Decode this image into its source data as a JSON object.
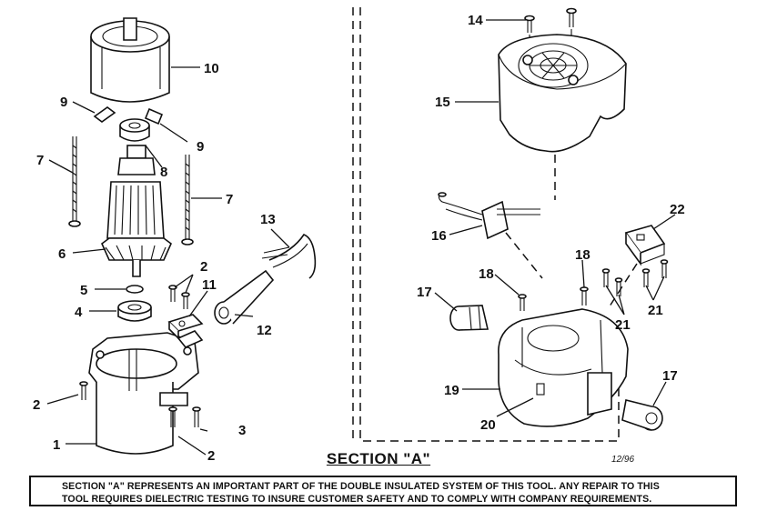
{
  "section_title": "SECTION \"A\"",
  "date_stamp": "12/96",
  "notice": {
    "line1": "SECTION \"A\" REPRESENTS AN IMPORTANT PART OF THE DOUBLE INSULATED SYSTEM OF THIS TOOL.  ANY REPAIR TO THIS",
    "line2": "TOOL REQUIRES DIELECTRIC TESTING TO INSURE CUSTOMER SAFETY AND TO COMPLY WITH COMPANY REQUIREMENTS."
  },
  "part_numbers": {
    "p1": "1",
    "p2a": "2",
    "p2b": "2",
    "p2c": "2",
    "p3": "3",
    "p4": "4",
    "p5": "5",
    "p6": "6",
    "p7a": "7",
    "p7b": "7",
    "p8": "8",
    "p9a": "9",
    "p9b": "9",
    "p10": "10",
    "p11": "11",
    "p12": "12",
    "p13": "13",
    "p14": "14",
    "p15": "15",
    "p16": "16",
    "p17a": "17",
    "p17b": "17",
    "p18a": "18",
    "p18b": "18",
    "p19": "19",
    "p20": "20",
    "p21a": "21",
    "p21b": "21",
    "p22": "22"
  }
}
